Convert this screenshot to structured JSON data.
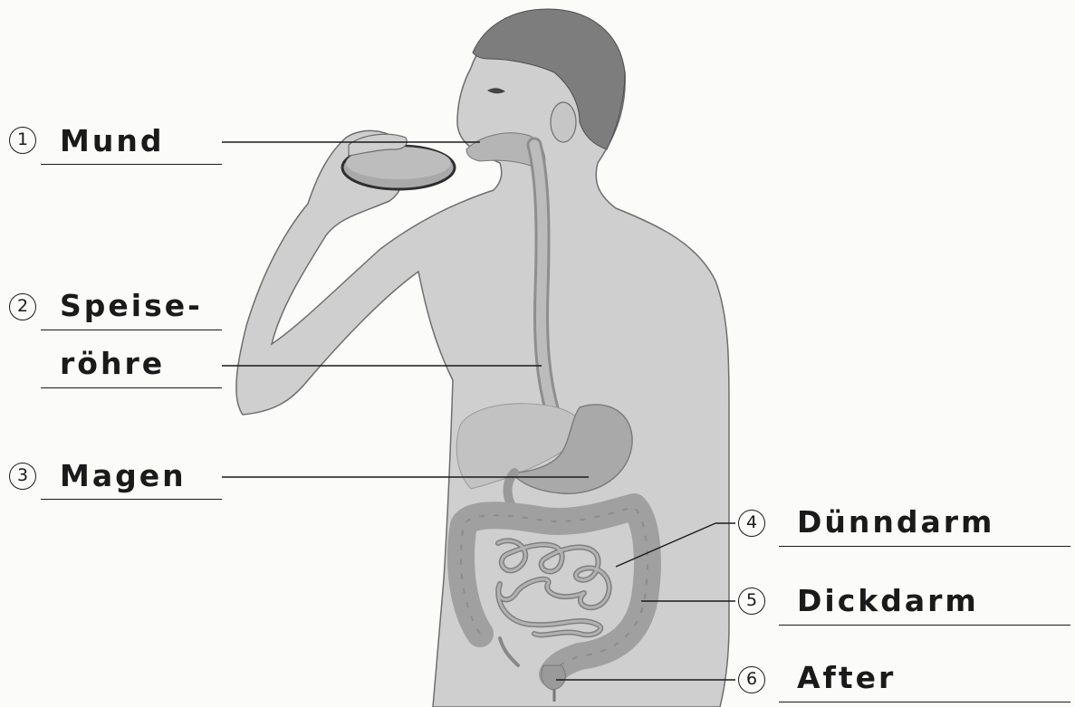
{
  "labels": {
    "mund": {
      "number": "1",
      "text": "Mund"
    },
    "speiseroehre": {
      "number": "2",
      "text_line1": "Speise-",
      "text_line2": "röhre"
    },
    "magen": {
      "number": "3",
      "text": "Magen"
    },
    "duenndarm": {
      "number": "4",
      "text": "Dünndarm"
    },
    "dickdarm": {
      "number": "5",
      "text": "Dickdarm"
    },
    "after": {
      "number": "6",
      "text": "After"
    }
  }
}
